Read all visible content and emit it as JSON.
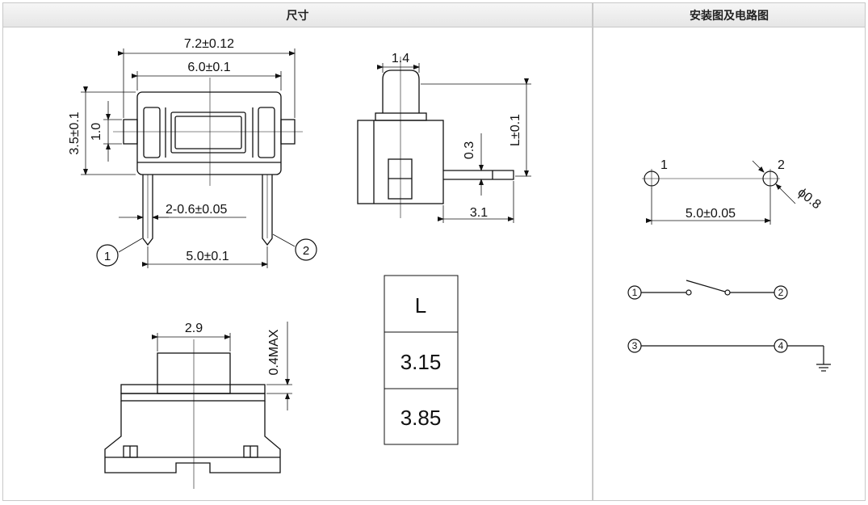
{
  "headers": {
    "dimensions": "尺寸",
    "installation": "安装图及电路图"
  },
  "top_view": {
    "overall_width": "7.2±0.12",
    "body_width": "6.0±0.1",
    "height": "3.5±0.1",
    "post_height": "1.0",
    "pin_width": "2-0.6±0.05",
    "pin_pitch": "5.0±0.1",
    "pin1": "1",
    "pin2": "2"
  },
  "side_view": {
    "actuator_width": "1.4",
    "length": "L±0.1",
    "pin_thickness": "0.3",
    "pin_length": "3.1"
  },
  "front_view": {
    "actuator_width": "2.9",
    "travel": "0.4MAX"
  },
  "l_table": {
    "header": "L",
    "rows": [
      "3.15",
      "3.85"
    ]
  },
  "pcb_layout": {
    "hole1": "1",
    "hole2": "2",
    "pitch": "5.0±0.05",
    "hole_dia": "ϕ0.8"
  },
  "circuit": {
    "t1": "1",
    "t2": "2",
    "t3": "3",
    "t4": "4"
  }
}
